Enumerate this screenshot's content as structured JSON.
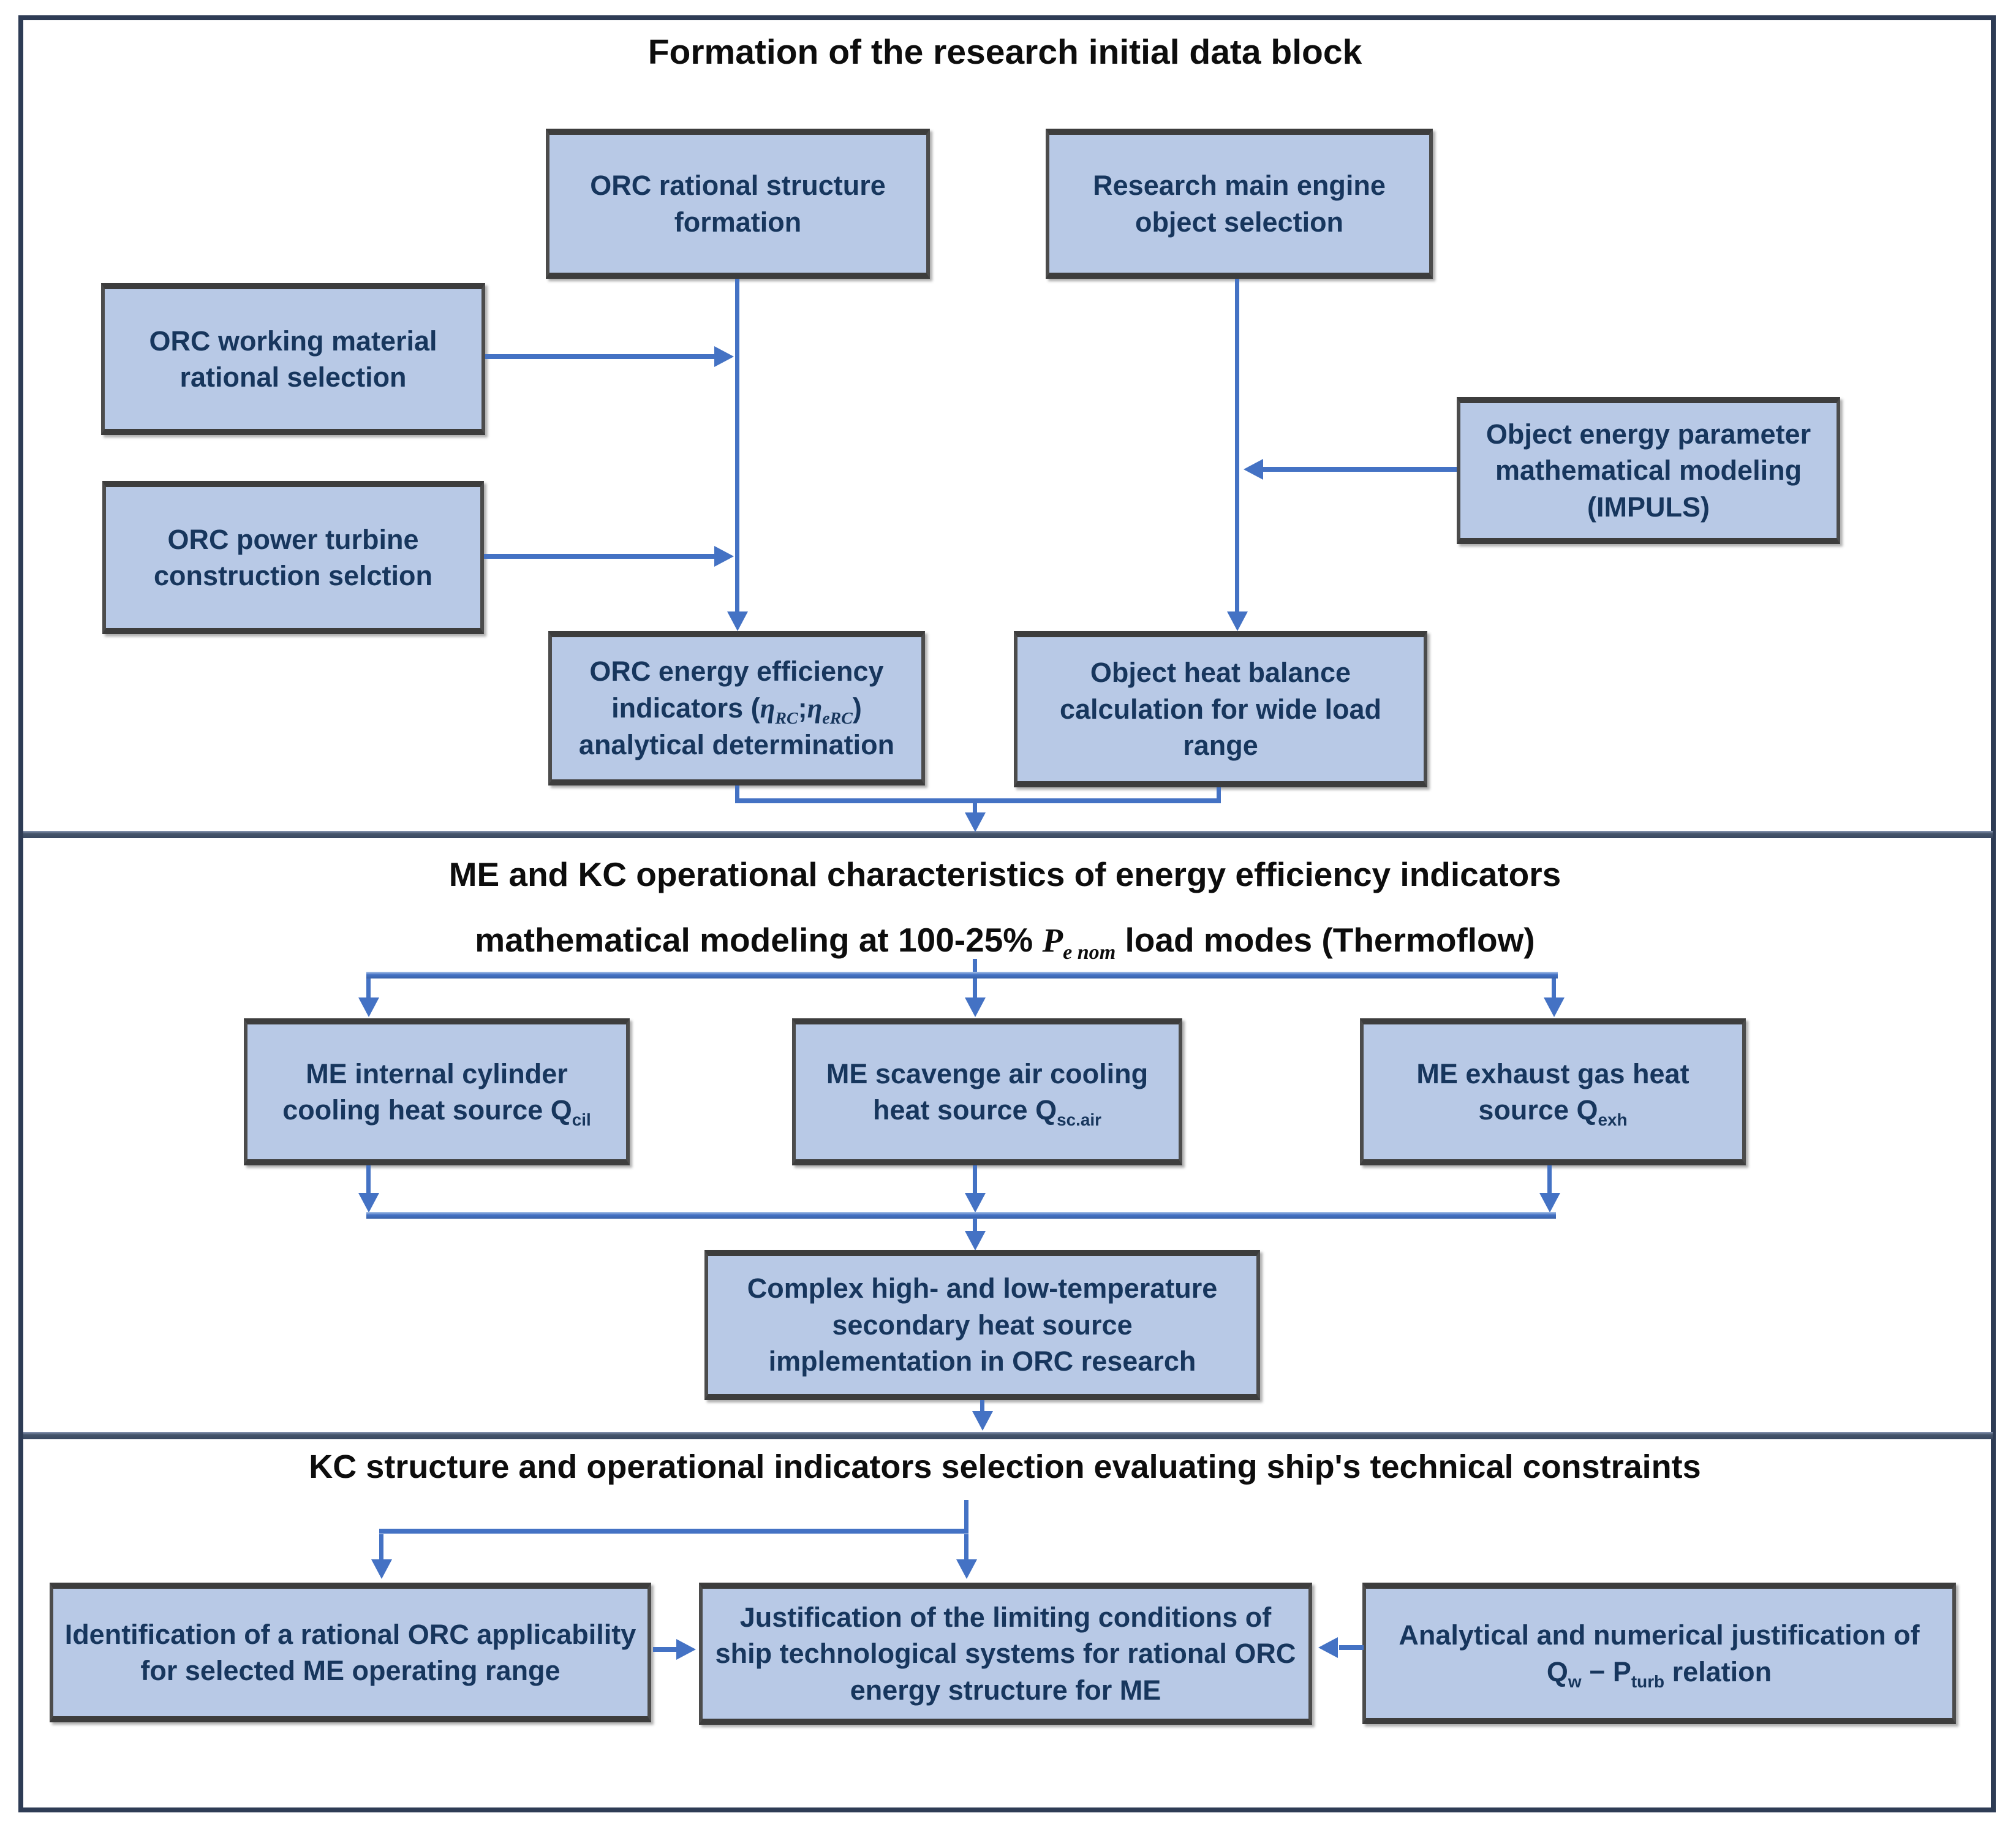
{
  "sections": {
    "top": {
      "title": "Formation of the research initial data block"
    },
    "middle": {
      "title_line1": "ME and KC operational characteristics of energy efficiency indicators",
      "title_line2_pre": "mathematical modeling at 100-25% ",
      "title_var": "P",
      "title_var_sub": "e nom",
      "title_line2_post": "  load modes (Thermoflow)"
    },
    "bottom": {
      "title": "KC structure and operational indicators selection evaluating ship's technical constraints"
    }
  },
  "boxes": {
    "orc_structure": {
      "line1": "ORC rational structure",
      "line2": "formation"
    },
    "research_engine": {
      "line1": "Research main engine",
      "line2": "object selection"
    },
    "working_material": {
      "line1": "ORC working material",
      "line2": "rational selection"
    },
    "power_turbine": {
      "line1": "ORC power turbine",
      "line2": "construction selction"
    },
    "object_energy": {
      "line1": "Object energy parameter",
      "line2": "mathematical modeling",
      "line3": "(IMPULS)"
    },
    "orc_efficiency": {
      "line1": "ORC energy efficiency",
      "line2_pre": "indicators (",
      "eta1": "η",
      "eta1_sub": "RC",
      "separator": ";",
      "eta2": "η",
      "eta2_sub": "eRC",
      "line2_post": ")",
      "line3": "analytical determination"
    },
    "heat_balance": {
      "line1": "Object heat balance",
      "line2": "calculation for wide load range"
    },
    "cylinder_cooling": {
      "line1": "ME internal cylinder",
      "line2_pre": "cooling heat source  ",
      "q": "Q",
      "q_sub": "cil"
    },
    "scavenge_air": {
      "line1": "ME scavenge air cooling",
      "line2_pre": "heat source  ",
      "q": "Q",
      "q_sub": "sc.air"
    },
    "exhaust_gas": {
      "line1": "ME exhaust gas heat",
      "line2_pre": "source  ",
      "q": "Q",
      "q_sub": "exh"
    },
    "complex_source": {
      "line1": "Complex high- and low-temperature",
      "line2": "secondary heat source",
      "line3": "implementation in ORC research"
    },
    "identification": {
      "line1": "Identification of a rational ORC applicability",
      "line2": "for selected ME operating range"
    },
    "justification_limits": {
      "line1": "Justification of the limiting conditions of",
      "line2": "ship technological systems for rational ORC",
      "line3": "energy structure for ME"
    },
    "analytical_numerical": {
      "line1": "Analytical and numerical justification of",
      "q": "Q",
      "q_sub": "w",
      "dash": " − ",
      "p": "P",
      "p_sub": "turb",
      "line2_post": " relation"
    }
  },
  "colors": {
    "box_fill": "#b8c9e6",
    "box_border": "#3d3d3d",
    "box_text": "#17365d",
    "arrow": "#4472c4",
    "divider": "#44546a",
    "outer_border": "#2e3c55",
    "title_text": "#0d0d0d",
    "background": "#ffffff"
  }
}
